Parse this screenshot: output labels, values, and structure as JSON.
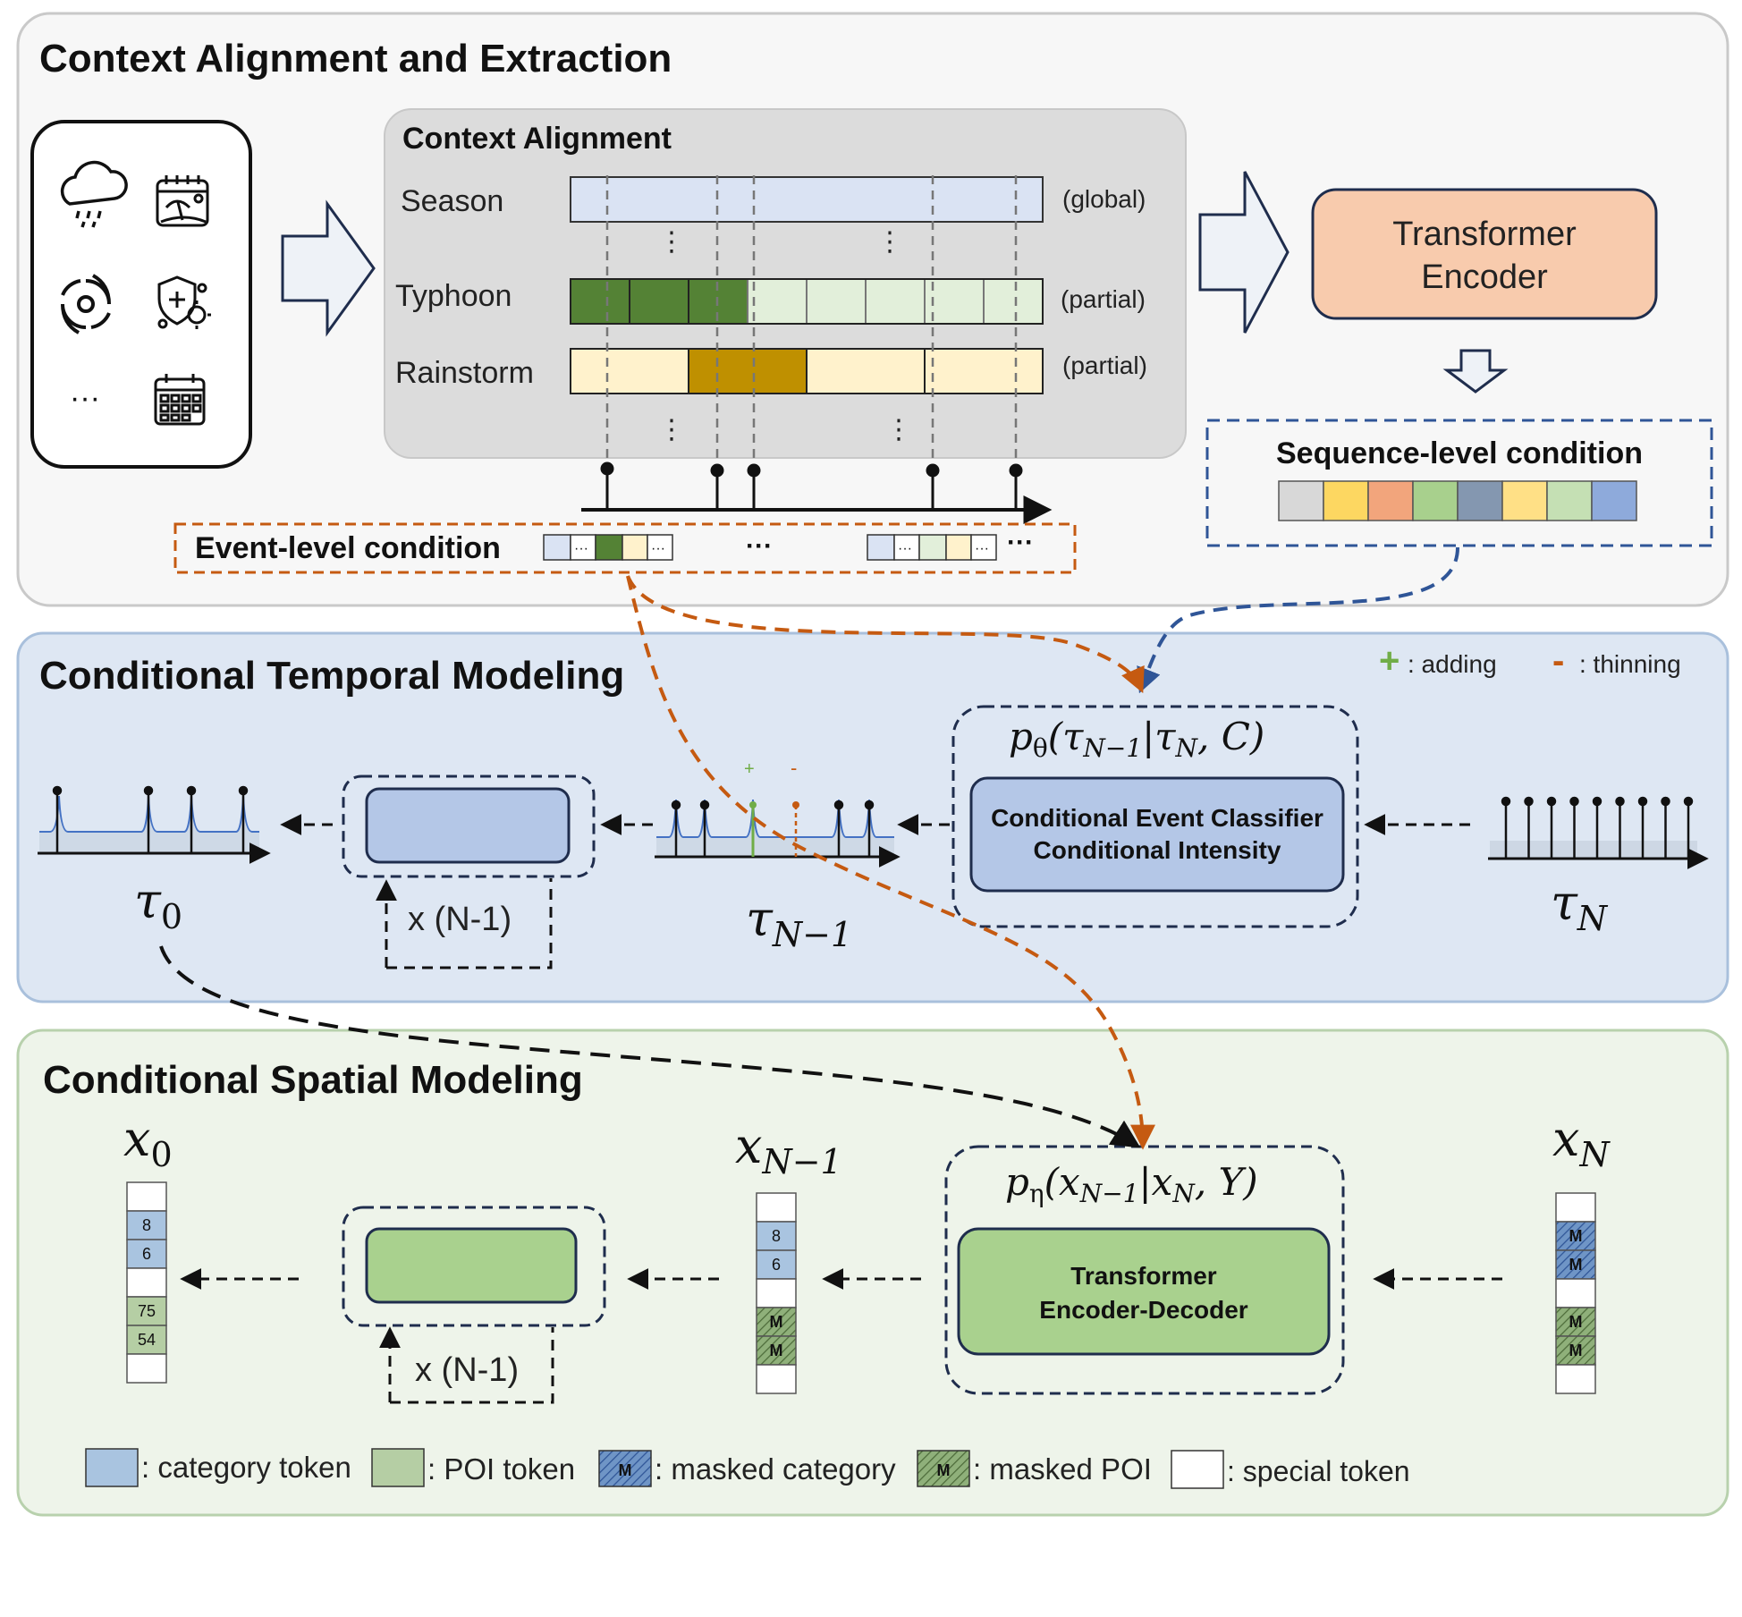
{
  "sections": {
    "context": "Context Alignment and Extraction",
    "temporal": "Conditional Temporal Modeling",
    "spatial": "Conditional Spatial Modeling"
  },
  "context_alignment": {
    "title": "Context Alignment",
    "rows": [
      {
        "label": "Season",
        "scope": "(global)"
      },
      {
        "label": "Typhoon",
        "scope": "(partial)"
      },
      {
        "label": "Rainstorm",
        "scope": "(partial)"
      }
    ],
    "vdots": "⋮"
  },
  "context_icons": [
    "rain-cloud-icon",
    "beach-calendar-icon",
    "typhoon-icon",
    "epidemic-shield-icon",
    "ellipsis",
    "calendar-icon"
  ],
  "icon_ellipsis": "···",
  "transformer_encoder": [
    "Transformer",
    "Encoder"
  ],
  "sequence_condition": {
    "title": "Sequence-level condition",
    "colors": [
      "#d8d8d8",
      "#fdd761",
      "#f2a57c",
      "#a8d08d",
      "#8497b0",
      "#ffe086",
      "#c5e0b4",
      "#8eaadb"
    ]
  },
  "event_condition": {
    "title": "Event-level condition",
    "ellipsis": "···",
    "cell_ellipsis": "···"
  },
  "temporal_legend": {
    "adding_mark": "+",
    "adding": ": adding",
    "thinning_mark": "-",
    "thinning": ": thinning"
  },
  "temporal": {
    "formula": {
      "p": "p",
      "sub": "θ",
      "body": "(τ",
      "s1": "N−1",
      "mid": "|τ",
      "s2": "N",
      "end": ", C)"
    },
    "classifier": [
      "Conditional Event Classifier",
      "Conditional Intensity"
    ],
    "repeat": "x (N-1)",
    "tau0": {
      "base": "τ",
      "sub": "0"
    },
    "tauN1": {
      "base": "τ",
      "sub": "N−1"
    },
    "tauN": {
      "base": "τ",
      "sub": "N"
    },
    "mid_plus": "+",
    "mid_minus": "-"
  },
  "spatial": {
    "formula": {
      "p": "p",
      "sub": "η",
      "body": "(x",
      "s1": "N−1",
      "mid": "|x",
      "s2": "N",
      "end": ", Y)"
    },
    "model": [
      "Transformer",
      "Encoder-Decoder"
    ],
    "repeat": "x (N-1)",
    "x0": {
      "base": "x",
      "sub": "0"
    },
    "xN1": {
      "base": "x",
      "sub": "N−1"
    },
    "xN": {
      "base": "x",
      "sub": "N"
    },
    "x0_tokens": [
      "",
      "8",
      "6",
      "",
      "75",
      "54",
      ""
    ],
    "xN1_tokens": [
      "",
      "8",
      "6",
      "",
      "M",
      "M",
      ""
    ],
    "xN_tokens": [
      "",
      "M",
      "M",
      "",
      "M",
      "M",
      ""
    ]
  },
  "legend": [
    {
      "key": "category",
      "text": ": category token"
    },
    {
      "key": "poi",
      "text": ": POI token"
    },
    {
      "key": "masked_category",
      "mark": "M",
      "text": ": masked category"
    },
    {
      "key": "masked_poi",
      "mark": "M",
      "text": ": masked POI"
    },
    {
      "key": "special",
      "text": ": special token"
    }
  ],
  "colors": {
    "typhoon_dark": "#548235",
    "typhoon_light": "#e2efda",
    "rain_dark": "#bf9000",
    "rain_light": "#fff2cc",
    "season": "#dae3f3",
    "encoder_fill": "#f8cbad",
    "temporal_bg": "#dee7f3",
    "spatial_bg": "#eef4ea",
    "temporal_box": "#b4c7e7",
    "spatial_box": "#a9d18e",
    "category_token": "#a9c4e0",
    "poi_token": "#b5cea4",
    "arrow_orange": "#c55a11",
    "arrow_blue": "#2f5597"
  }
}
